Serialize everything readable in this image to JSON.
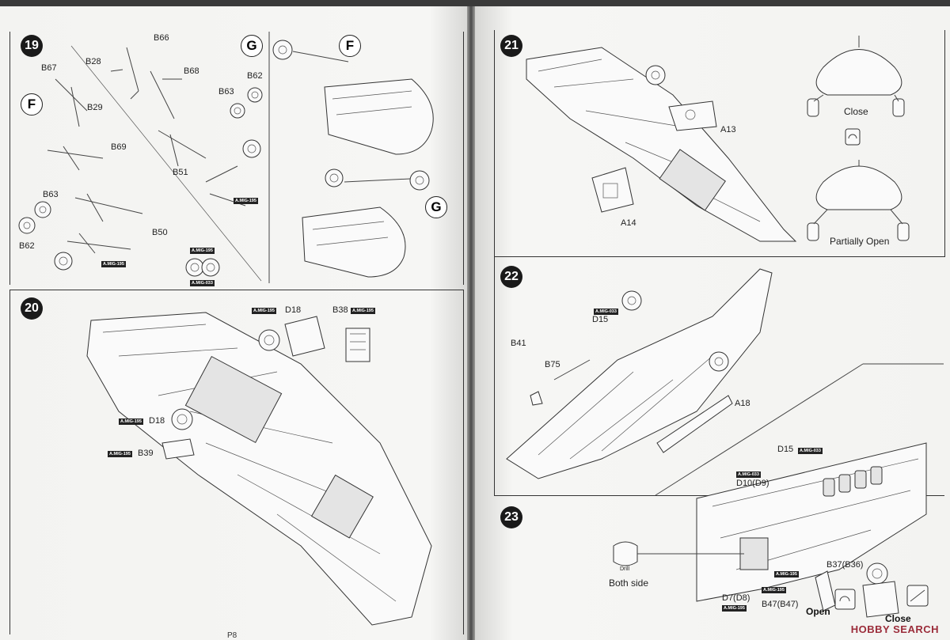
{
  "steps": {
    "s19": {
      "number": "19",
      "badge_left": "F",
      "badge_right": "G",
      "badge_right_f": "F",
      "badge_right_g": "G",
      "parts": [
        "B66",
        "B28",
        "B68",
        "B67",
        "B29",
        "B63",
        "B62",
        "B69",
        "B51",
        "B63",
        "B62",
        "B50"
      ],
      "paint_codes": [
        "A.MIG-195",
        "A.MIG-195",
        "A.MIG-195",
        "A.MIG-033"
      ]
    },
    "s20": {
      "number": "20",
      "parts": [
        "D18",
        "B38",
        "D18",
        "B39"
      ],
      "paint_codes": [
        "A.MIG-195",
        "A.MIG-195",
        "A.MIG-195",
        "A.MIG-195"
      ]
    },
    "s21": {
      "number": "21",
      "parts": [
        "A13",
        "A14"
      ],
      "captions": [
        "Close",
        "Partially Open"
      ]
    },
    "s22": {
      "number": "22",
      "parts": [
        "D15",
        "B41",
        "B75",
        "A18"
      ],
      "paint_codes": [
        "A.MIG-033"
      ]
    },
    "s23": {
      "number": "23",
      "parts": [
        "D15",
        "D10(D9)",
        "B37(B36)",
        "D7(D8)",
        "B47(B47)"
      ],
      "paint_codes": [
        "A.MIG-033",
        "A.MIG-033",
        "A.MIG-195",
        "A.MIG-195",
        "A.MIG-195"
      ],
      "drill_label": "Drill",
      "captions": [
        "Both side",
        "Open",
        "Close"
      ]
    }
  },
  "page_number": "P8",
  "watermark": "HOBBY SEARCH",
  "colors": {
    "step_circle": "#1a1a1a",
    "watermark": "#9b2c3a"
  }
}
